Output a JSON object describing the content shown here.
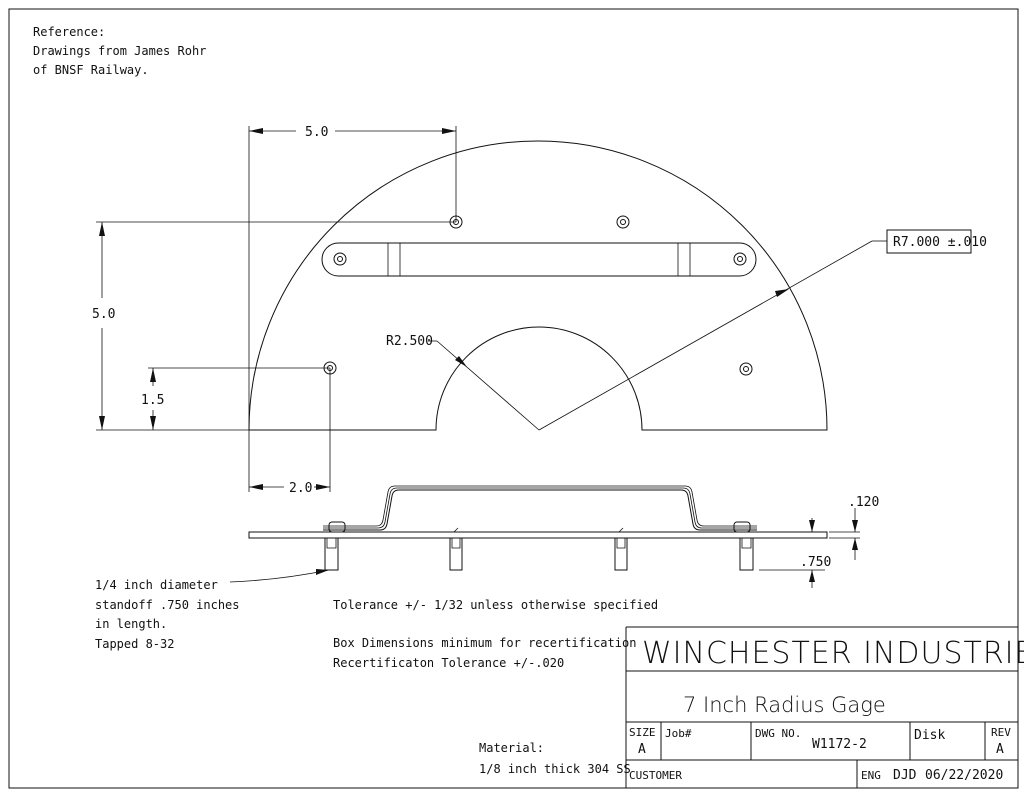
{
  "notes": {
    "reference": [
      "Reference:",
      "Drawings from James Rohr",
      "of BNSF Railway."
    ],
    "standoff": [
      "1/4 inch diameter",
      "standoff .750 inches",
      "in length.",
      "Tapped 8-32"
    ],
    "tolerance": "Tolerance +/- 1/32 unless otherwise specified",
    "recertification": [
      "Box Dimensions minimum for recertification",
      "Recertificaton Tolerance +/-.020"
    ],
    "material": [
      "Material:",
      "1/8 inch thick 304 SS"
    ]
  },
  "dimensions": {
    "top_width": "5.0",
    "left_height": "5.0",
    "hole_height": "1.5",
    "hole_offset": "2.0",
    "inner_radius": "R2.500",
    "outer_radius": "R7.000 ±.010",
    "thickness": ".120",
    "standoff": ".750"
  },
  "title_block": {
    "company": "WINCHESTER INDUSTRIES INC.",
    "title": "7 Inch Radius Gage",
    "size_label": "SIZE",
    "size_value": "A",
    "job_label": "Job#",
    "dwg_no_label": "DWG NO.",
    "dwg_no_value": "W1172-2",
    "disk_label": "Disk",
    "rev_label": "REV",
    "rev_value": "A",
    "customer_label": "CUSTOMER",
    "eng_label": "ENG",
    "eng_initials": "DJD",
    "date": "06/22/2020"
  }
}
